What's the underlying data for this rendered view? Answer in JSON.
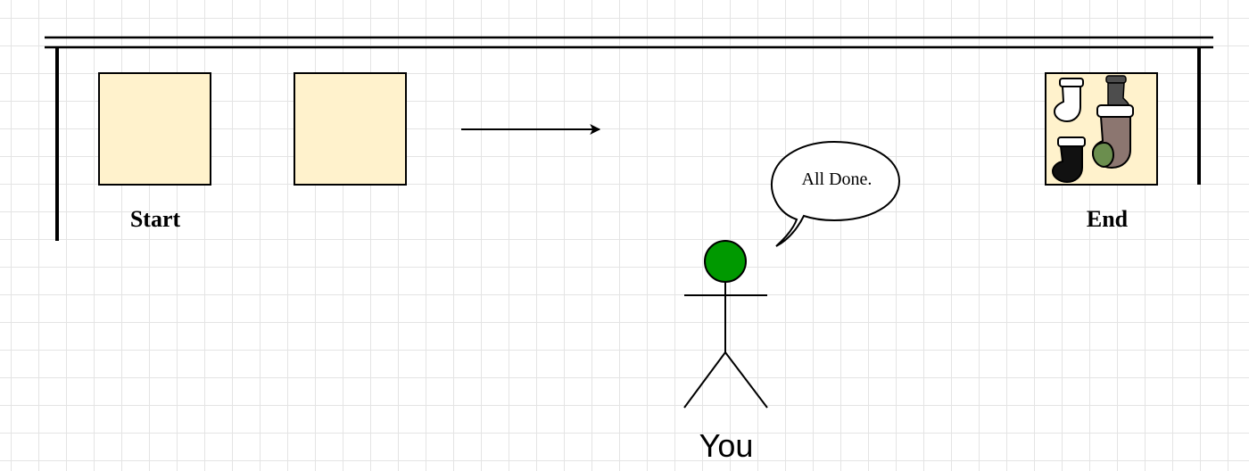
{
  "diagram": {
    "start_label": "Start",
    "end_label": "End",
    "speech_text": "All Done.",
    "person_label": "You",
    "colors": {
      "slot_fill": "#fff2cc",
      "head_fill": "#009900",
      "line": "#000000",
      "sock_dark_gray": "#4d4d4d",
      "sock_mauve": "#8c7670",
      "sock_green": "#6b8e4e",
      "sock_black": "#111111"
    },
    "icons": [
      "white-stocking-icon",
      "dark-gray-stocking-icon",
      "mauve-stocking-icon",
      "black-stocking-icon"
    ]
  }
}
